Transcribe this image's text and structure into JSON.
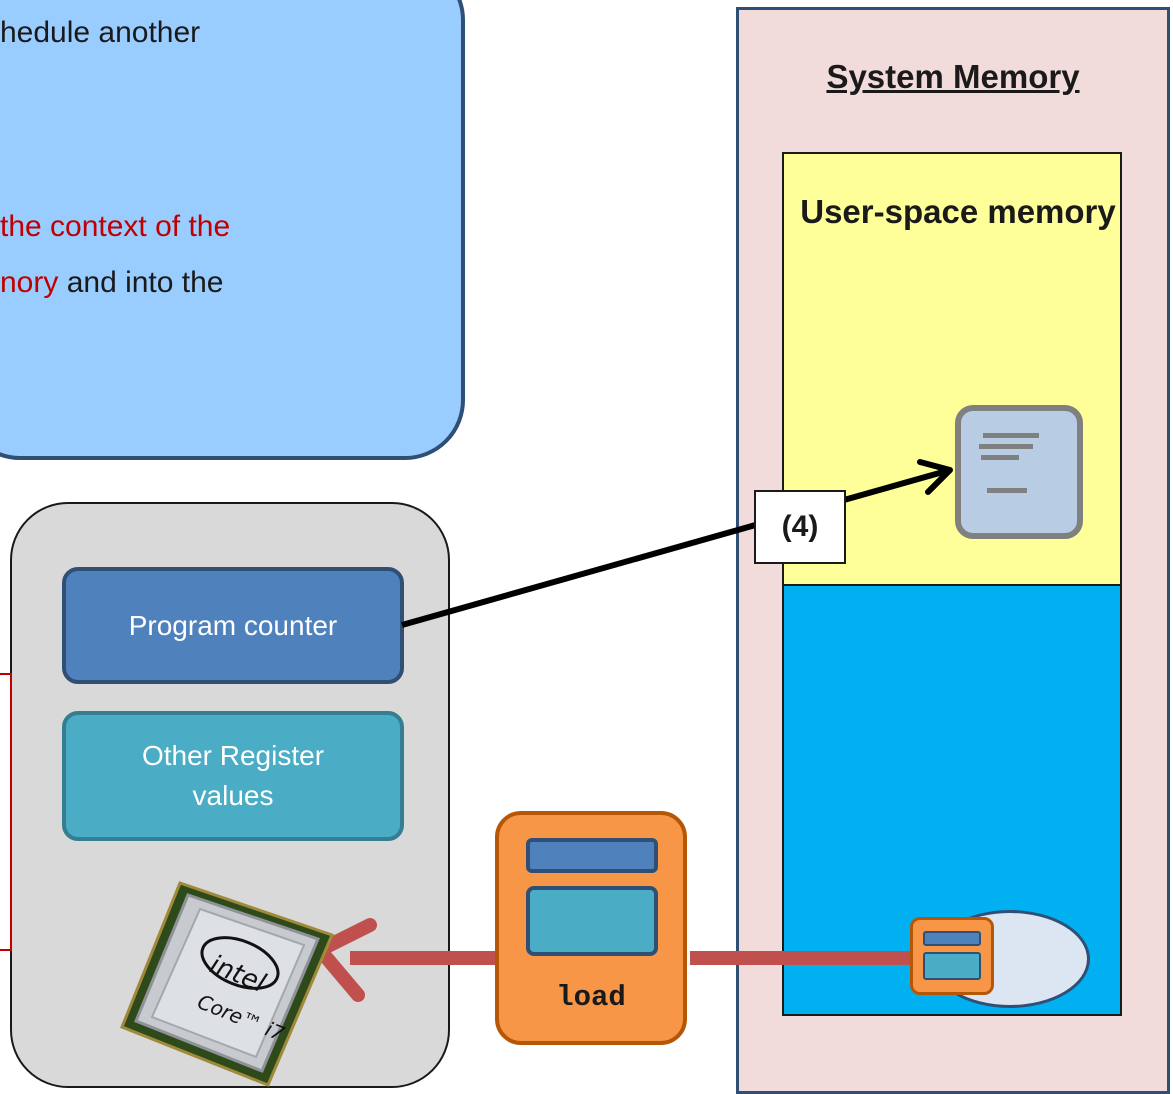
{
  "callout": {
    "line1": "hedule another",
    "line2": "the context of the",
    "line3_red": "nory",
    "line3_rest": " and into the"
  },
  "system_memory": {
    "title": "System Memory",
    "user_space_label": "User-space memory"
  },
  "step_label": "(4)",
  "cpu_panel": {
    "program_counter": "Program counter",
    "other_registers": "Other Register values"
  },
  "chip": {
    "brand": "intel",
    "model": "Core™ i7"
  },
  "load_process": {
    "label": "load"
  },
  "colors": {
    "callout_bg": "#99ccff",
    "memory_bg": "#f2dcdb",
    "user_space": "#ffff99",
    "kernel_space": "#00b0f0",
    "process": "#f79646",
    "program_counter": "#4f81bd",
    "registers": "#4bacc6",
    "load_arrow": "#c0504d",
    "highlight_text": "#c00000"
  }
}
